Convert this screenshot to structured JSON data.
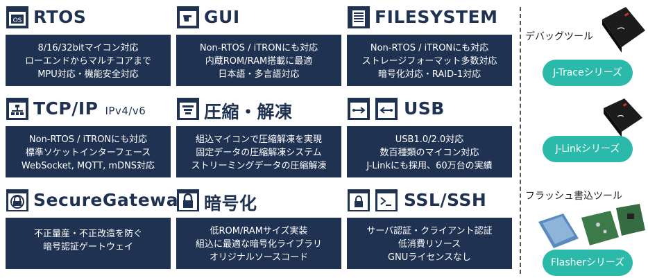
{
  "cards": [
    {
      "title": "RTOS",
      "icon": "rtos-os-icon",
      "lines": [
        "8/16/32bitマイコン対応",
        "ローエンドからマルチコアまで",
        "MPU対応・機能安全対応"
      ]
    },
    {
      "title": "GUI",
      "icon": "gui-window-icon",
      "lines": [
        "Non-RTOS / iTRONにも対応",
        "内蔵ROM/RAM搭載に最適",
        "日本語・多言語対応"
      ]
    },
    {
      "title": "FILESYSTEM",
      "icon": "filesystem-icon",
      "lines": [
        "Non-RTOS / iTRONにも対応",
        "ストレージフォーマット多数対応",
        "暗号化対応・RAID-1対応"
      ]
    },
    {
      "title": "TCP/IP",
      "subtitle": "IPv4/v6",
      "icon": "network-icon",
      "lines": [
        "Non-RTOS / iTRONにも対応",
        "標準ソケットインターフェース",
        "WebSocket, MQTT, mDNS対応"
      ]
    },
    {
      "title": "圧縮・解凍",
      "icon": "compression-icon",
      "lines": [
        "組込マイコンで圧縮解凍を実現",
        "固定データの圧縮解凍システム",
        "ストリーミングデータの圧縮解凍"
      ]
    },
    {
      "title": "USB",
      "icon": "usb-host-icon",
      "icon2": "usb-device-icon",
      "lines": [
        "USB1.0/2.0対応",
        "数百種類のマイコン対応",
        "J-Linkにも採用、60万台の実績"
      ]
    },
    {
      "title": "SecureGateway",
      "icon": "secure-gateway-icon",
      "lines": [
        "不正量産・不正改造を防ぐ",
        "暗号認証ゲートウェイ"
      ]
    },
    {
      "title": "暗号化",
      "icon": "lock-icon",
      "lines": [
        "低ROM/RAMサイズ実装",
        "組込に最適な暗号化ライブラリ",
        "オリジナルソースコード"
      ]
    },
    {
      "title": "SSL/SSH",
      "icon": "ssl-lock-icon",
      "icon2": "ssh-terminal-icon",
      "lines": [
        "サーバ認証・クライアント認証",
        "低消費リソース",
        "GNUライセンスなし"
      ]
    }
  ],
  "tools": {
    "debug_label": "デバッグツール",
    "flash_label": "フラッシュ書込ツール",
    "jtrace": "J-Traceシリーズ",
    "jlink": "J-Linkシリーズ",
    "flasher": "Flasherシリーズ"
  },
  "colors": {
    "navy": "#1f3251",
    "teal": "#2bb9a9"
  }
}
